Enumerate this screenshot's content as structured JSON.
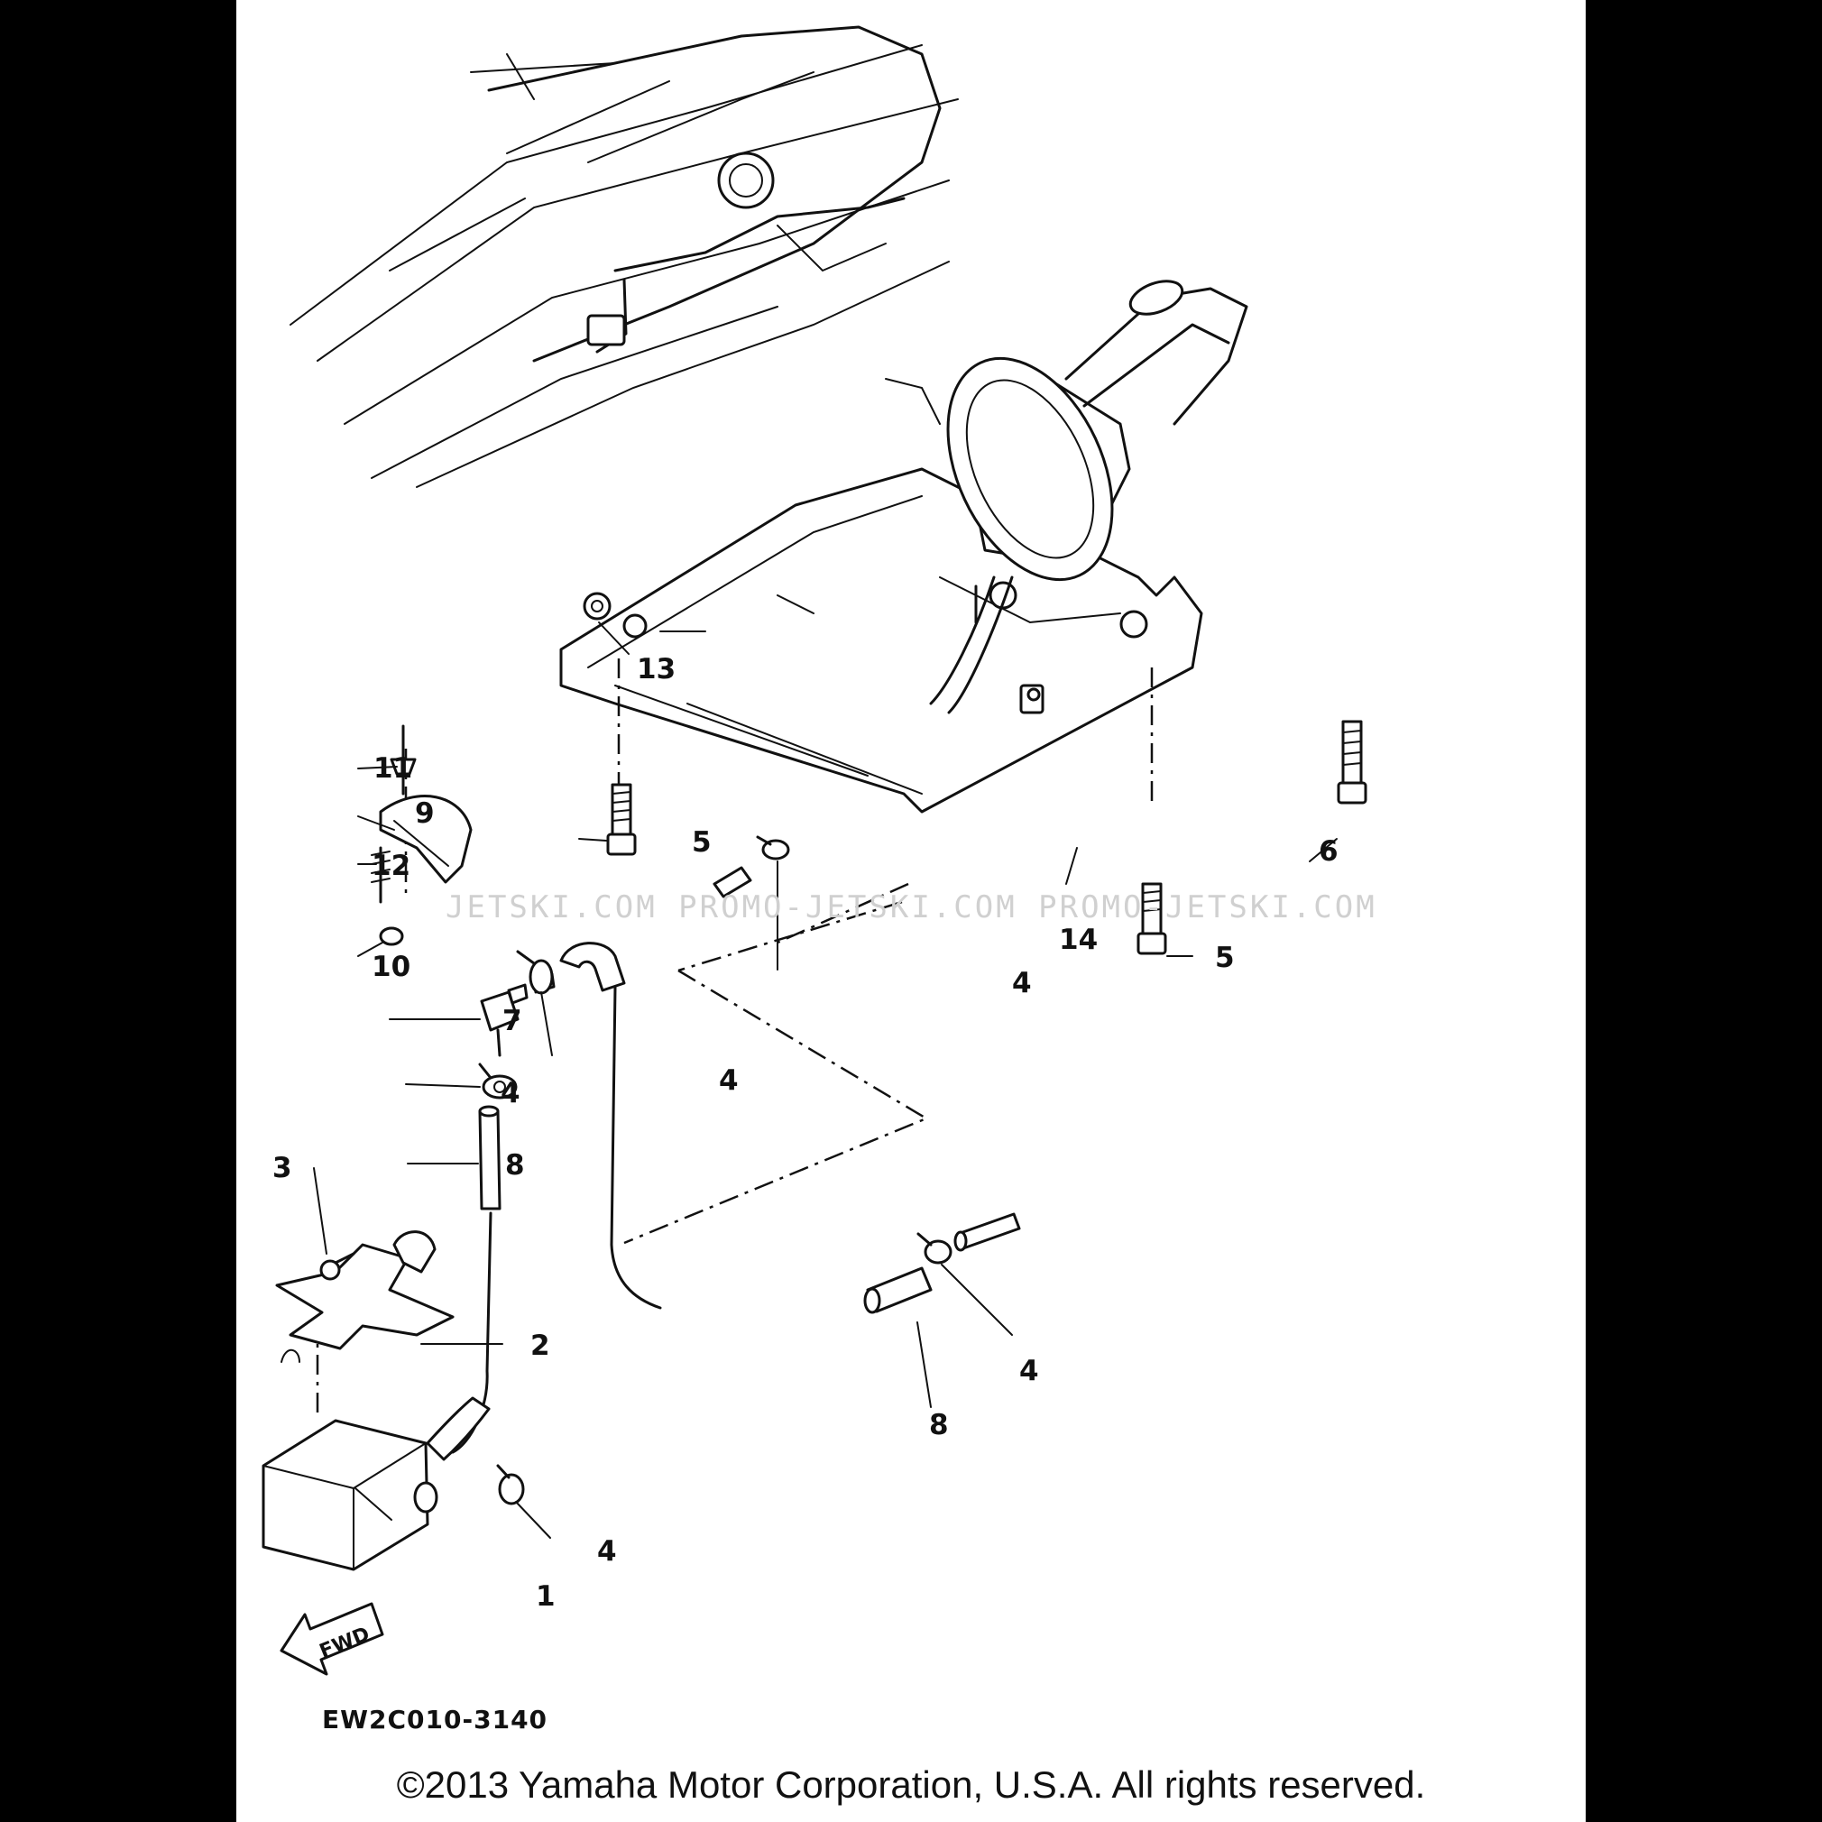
{
  "diagram": {
    "callouts": [
      "1",
      "2",
      "3",
      "4",
      "4",
      "4",
      "4",
      "4",
      "5",
      "5",
      "6",
      "7",
      "8",
      "8",
      "9",
      "10",
      "11",
      "12",
      "13",
      "14"
    ],
    "direction_label": "FWD",
    "drawing_code": "EW2C010-3140",
    "watermark": "JETSKI.COM   PROMO-JETSKI.COM   PROMO-JETSKI.COM",
    "copyright": "©2013 Yamaha Motor Corporation, U.S.A. All rights reserved."
  }
}
